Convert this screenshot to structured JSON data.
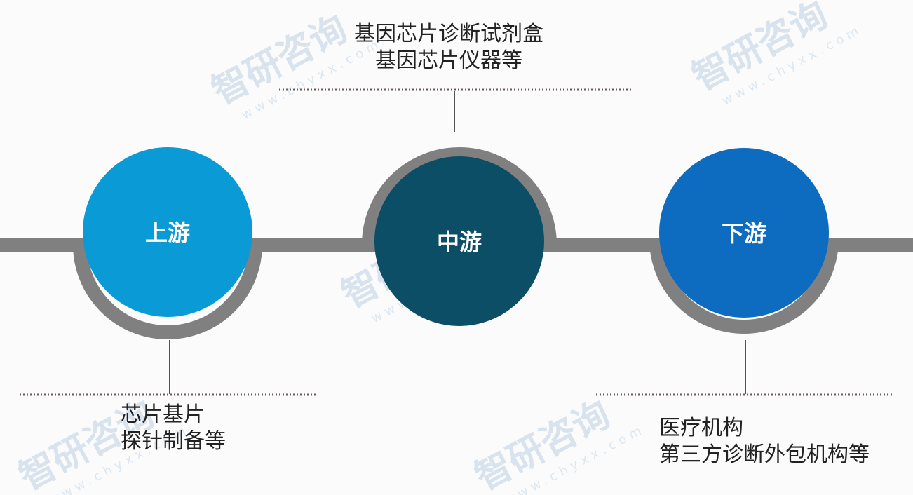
{
  "colors": {
    "upstream": "#0a9ad6",
    "midstream": "#0c4e66",
    "downstream": "#0e6cc0",
    "track": "#808080"
  },
  "stages": {
    "upstream": {
      "label": "上游",
      "lines": [
        "芯片基片",
        "探针制备等"
      ]
    },
    "midstream": {
      "label": "中游",
      "lines": [
        "基因芯片诊断试剂盒",
        "基因芯片仪器等"
      ]
    },
    "downstream": {
      "label": "下游",
      "lines": [
        "医疗机构",
        "第三方诊断外包机构等"
      ]
    }
  },
  "watermark": {
    "brand": "智研咨询",
    "url": "www.chyxx.com"
  }
}
